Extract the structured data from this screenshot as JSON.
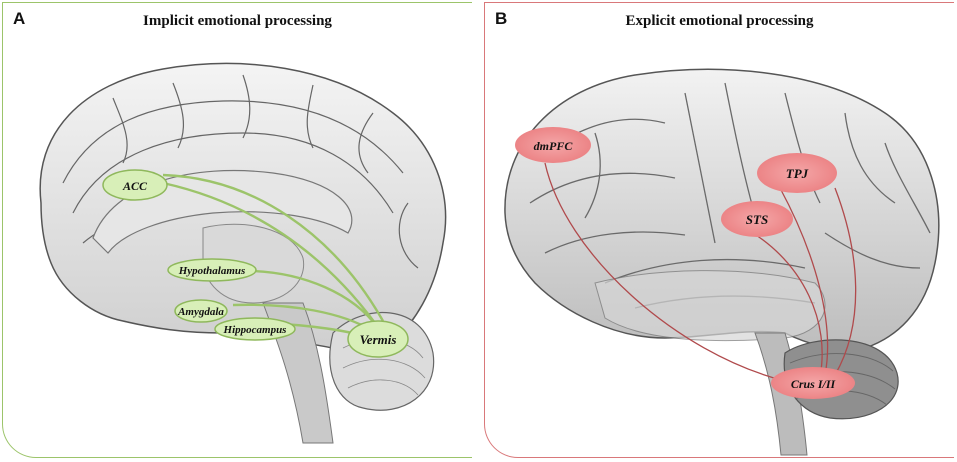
{
  "panel_a": {
    "letter": "A",
    "title": "Implicit emotional processing",
    "regions": {
      "acc": "ACC",
      "hypothalamus": "Hypothalamus",
      "amygdala": "Amygdala",
      "hippocampus": "Hippocampus",
      "vermis": "Vermis"
    },
    "accent_color": "#c8e6a0",
    "line_color": "#9cc46a"
  },
  "panel_b": {
    "letter": "B",
    "title": "Explicit emotional processing",
    "regions": {
      "dmpfc": "dmPFC",
      "tpj": "TPJ",
      "sts": "STS",
      "crus": "Crus I/II"
    },
    "accent_color": "#f08a8c",
    "line_color": "#b04a4c"
  }
}
